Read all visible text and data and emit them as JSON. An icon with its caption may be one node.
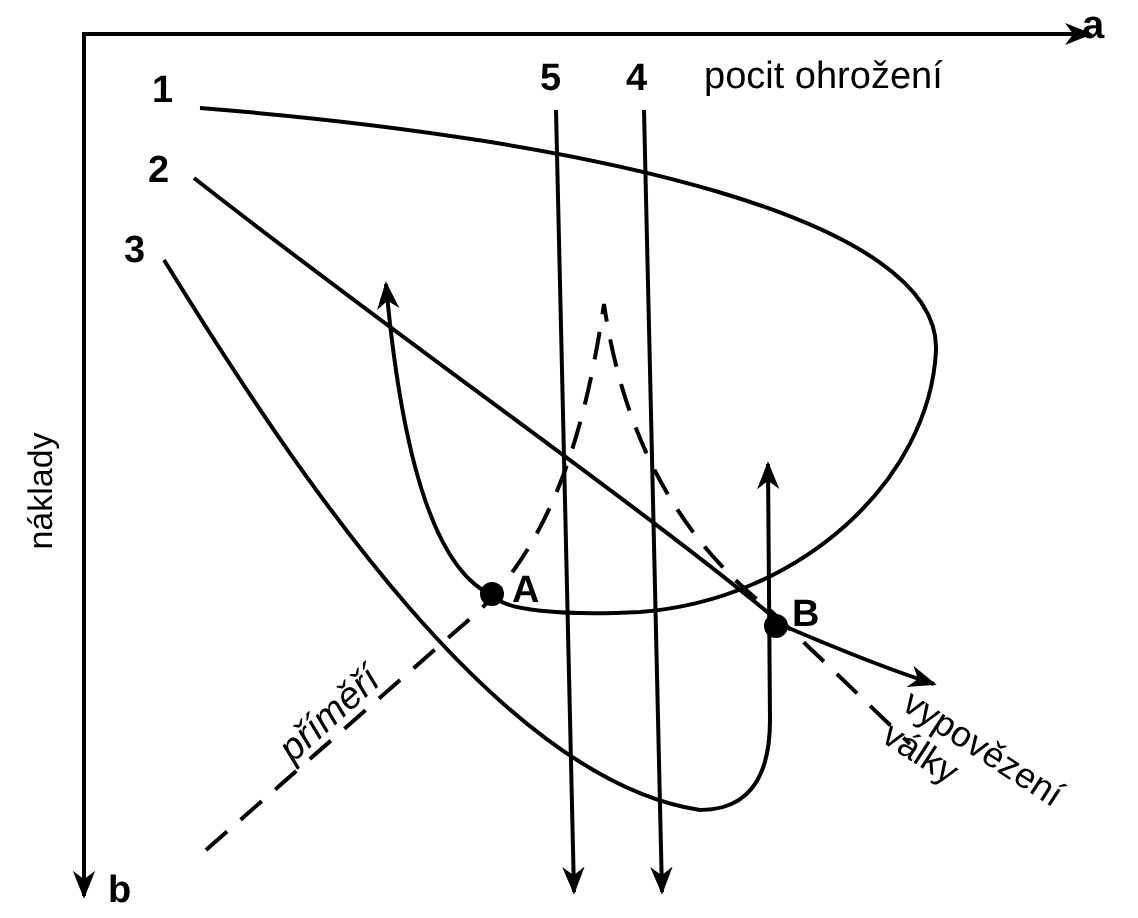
{
  "diagram": {
    "labels": [
      "a",
      "pocit ohrožení",
      "1",
      "5",
      "4",
      "2",
      "3",
      "náklady",
      "A",
      "B",
      "příměří",
      "vypovězení války",
      "b"
    ]
  }
}
